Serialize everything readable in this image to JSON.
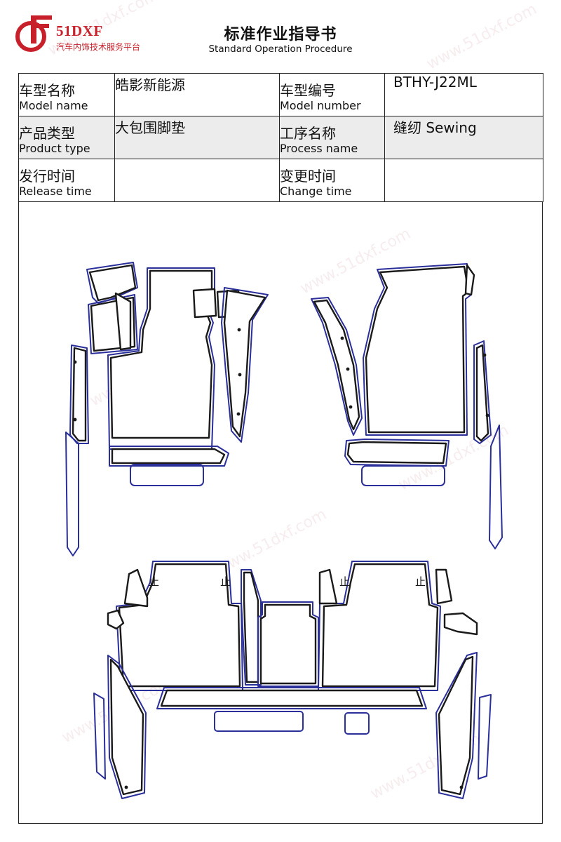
{
  "header": {
    "brand": "51DXF",
    "tagline": "汽车内饰技术服务平台",
    "title_zh": "标准作业指导书",
    "title_en": "Standard Operation Procedure"
  },
  "info": {
    "model_name": {
      "label_zh": "车型名称",
      "label_en": "Model name",
      "value": "皓影新能源"
    },
    "model_number": {
      "label_zh": "车型编号",
      "label_en": "Model number",
      "value": "BTHY-J22ML"
    },
    "product_type": {
      "label_zh": "产品类型",
      "label_en": "Product type",
      "value": "大包围脚垫"
    },
    "process_name": {
      "label_zh": "工序名称",
      "label_en": "Process name",
      "value": "缝纫 Sewing"
    },
    "release_time": {
      "label_zh": "发行时间",
      "label_en": "Release time",
      "value": ""
    },
    "change_time": {
      "label_zh": "变更时间",
      "label_en": "Change time",
      "value": ""
    }
  },
  "drawing": {
    "watermark": "www.51dxf.com",
    "mark_symbol": "止",
    "colors": {
      "outline": "#1a1a1a",
      "edge": "#2b2f9a",
      "brand": "#c8202a"
    }
  }
}
